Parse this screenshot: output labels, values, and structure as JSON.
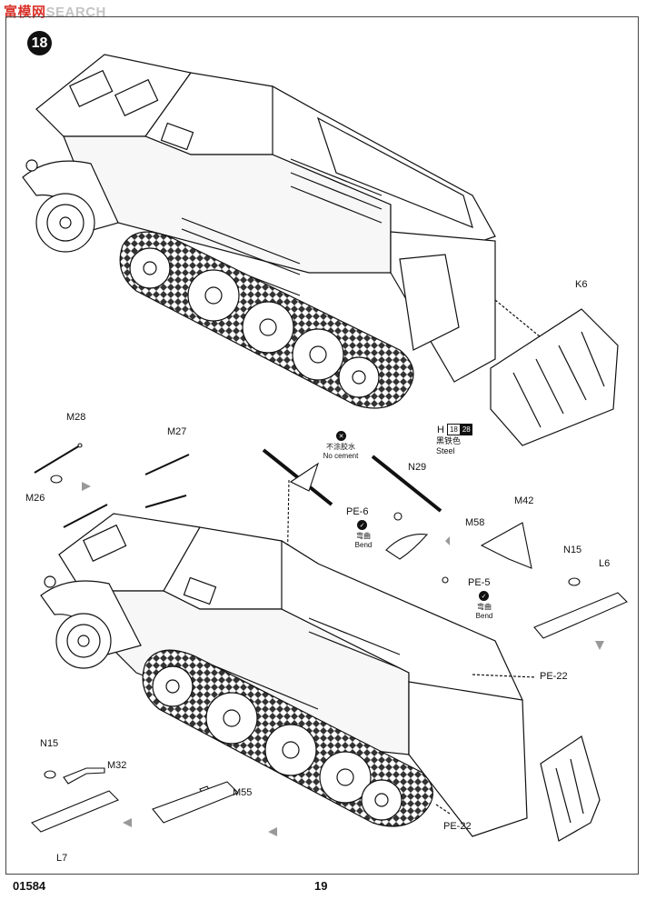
{
  "watermark": {
    "part1": "富",
    "part2": "模网",
    "part3": "SEARCH"
  },
  "step_number": "18",
  "parts": {
    "k6": "K6",
    "m28": "M28",
    "m26": "M26",
    "m27": "M27",
    "h": "H",
    "h_ref1": "18",
    "h_ref2": "28",
    "n29": "N29",
    "pe6": "PE-6",
    "m42": "M42",
    "m58": "M58",
    "pe5": "PE-5",
    "n15_right": "N15",
    "l6": "L6",
    "pe22_a": "PE-22",
    "pe22_b": "PE-22",
    "n15_left": "N15",
    "m32": "M32",
    "m55": "M55",
    "l7": "L7"
  },
  "notes": {
    "no_cement_cn": "不涂胶水",
    "no_cement_en": "No cement",
    "steel_cn": "黑铁色",
    "steel_en": "Steel",
    "bend1_cn": "弯曲",
    "bend1_en": "Bend",
    "bend2_cn": "弯曲",
    "bend2_en": "Bend"
  },
  "footer": {
    "code": "01584",
    "page": "19"
  }
}
